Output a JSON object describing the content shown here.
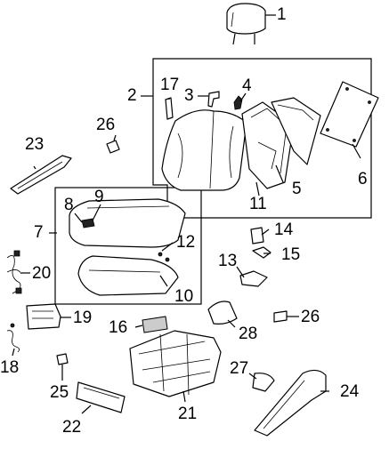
{
  "callouts": [
    "1",
    "2",
    "3",
    "4",
    "5",
    "6",
    "7",
    "8",
    "9",
    "10",
    "11",
    "12",
    "13",
    "14",
    "15",
    "16",
    "17",
    "18",
    "19",
    "20",
    "21",
    "22",
    "23",
    "24",
    "25",
    "26",
    "26",
    "27",
    "28"
  ]
}
